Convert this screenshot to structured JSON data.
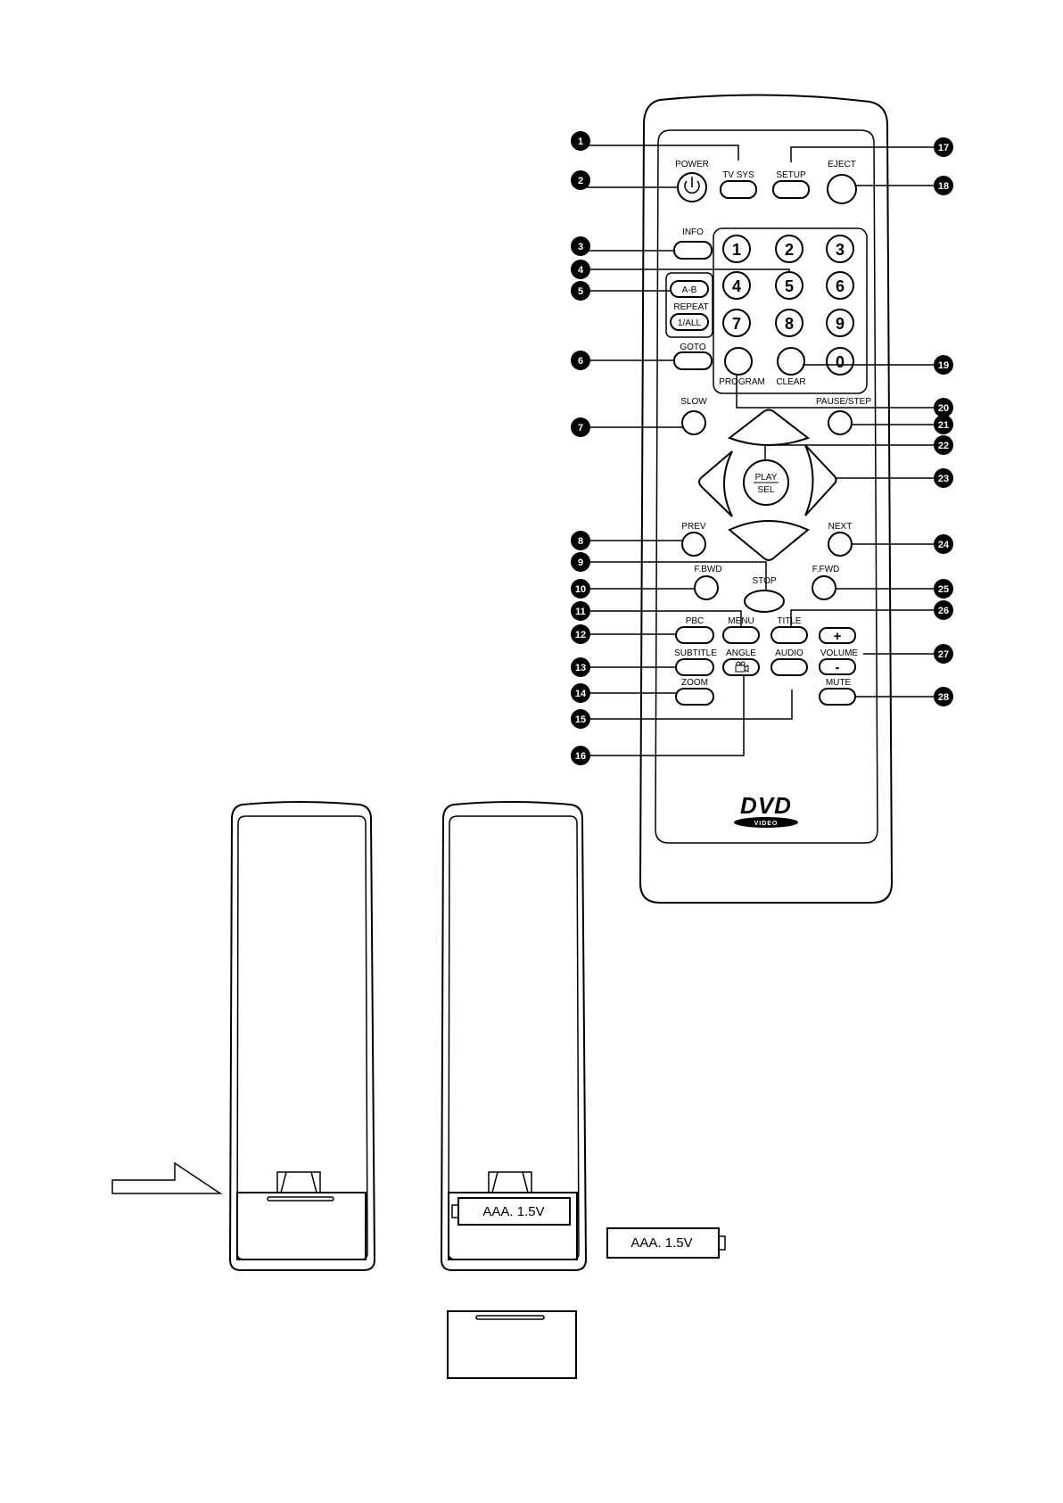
{
  "remote": {
    "labels": {
      "tv_sys": "TV SYS",
      "setup": "SETUP",
      "power": "POWER",
      "eject": "EJECT",
      "info": "INFO",
      "ab": "A-B",
      "repeat": "REPEAT",
      "one_all": "1/ALL",
      "goto": "GOTO",
      "program": "PROGRAM",
      "clear": "CLEAR",
      "slow": "SLOW",
      "pause_step": "PAUSE/STEP",
      "play": "PLAY",
      "sel": "SEL",
      "prev": "PREV",
      "next": "NEXT",
      "fbwd": "F.BWD",
      "stop": "STOP",
      "ffwd": "F.FWD",
      "pbc": "PBC",
      "menu": "MENU",
      "title": "TITLE",
      "subtitle": "SUBTITLE",
      "angle": "ANGLE",
      "audio": "AUDIO",
      "volume": "VOLUME",
      "vol_plus": "+",
      "vol_minus": "-",
      "zoom": "ZOOM",
      "mute": "MUTE"
    },
    "digits": [
      "1",
      "2",
      "3",
      "4",
      "5",
      "6",
      "7",
      "8",
      "9",
      "0"
    ],
    "logo": {
      "top": "DVD",
      "bottom": "VIDEO"
    }
  },
  "callouts": [
    "1",
    "2",
    "3",
    "4",
    "5",
    "6",
    "7",
    "8",
    "9",
    "10",
    "11",
    "12",
    "13",
    "14",
    "15",
    "16",
    "17",
    "18",
    "19",
    "20",
    "21",
    "22",
    "23",
    "24",
    "25",
    "26",
    "27",
    "28"
  ],
  "battery": {
    "label_inserted": "AAA. 1.5V",
    "label_loose": "AAA. 1.5V"
  },
  "colors": {
    "ink": "#000000",
    "paper": "#ffffff"
  }
}
